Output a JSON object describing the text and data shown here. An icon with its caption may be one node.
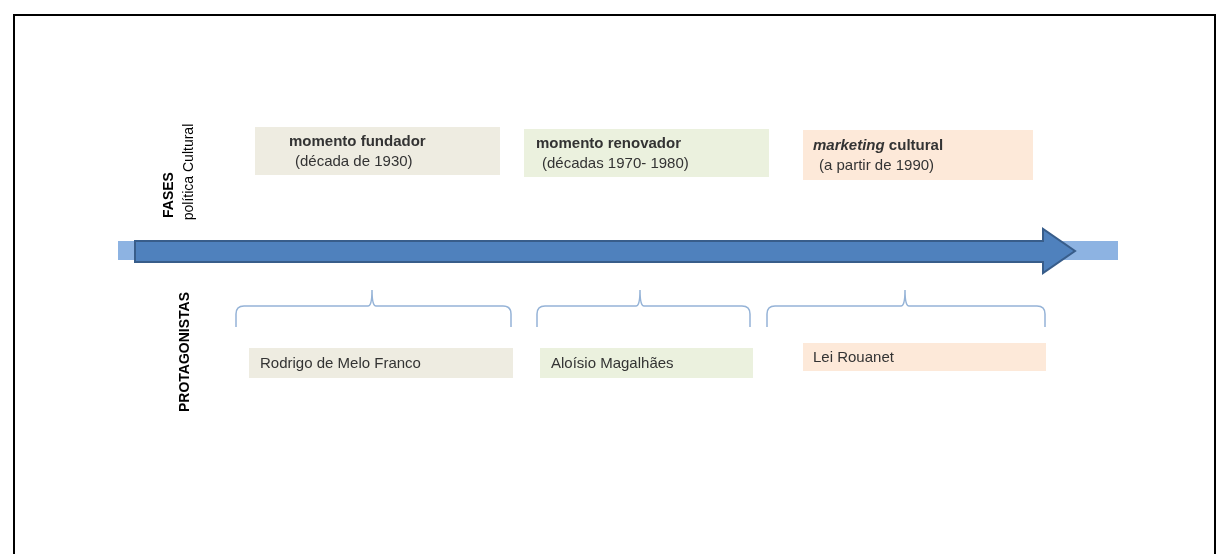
{
  "diagram": {
    "nodes": [
      {
        "text": [
          "momento fundador",
          "(década de 1930)"
        ]
      },
      {
        "text": [
          "momento renovador",
          "(décadas 1970- 1980)"
        ]
      },
      {
        "text": [
          "*marketing* cultural",
          "(a partir de 1990)"
        ]
      },
      {
        "text": [
          "Rodrigo de Melo Franco"
        ]
      },
      {
        "text": [
          "Aloísio Magalhães"
        ]
      },
      {
        "text": [
          "Lei Rouanet"
        ]
      }
    ],
    "labels": [
      "FASES",
      "política Cultural",
      "PROTAGONISTAS"
    ]
  }
}
